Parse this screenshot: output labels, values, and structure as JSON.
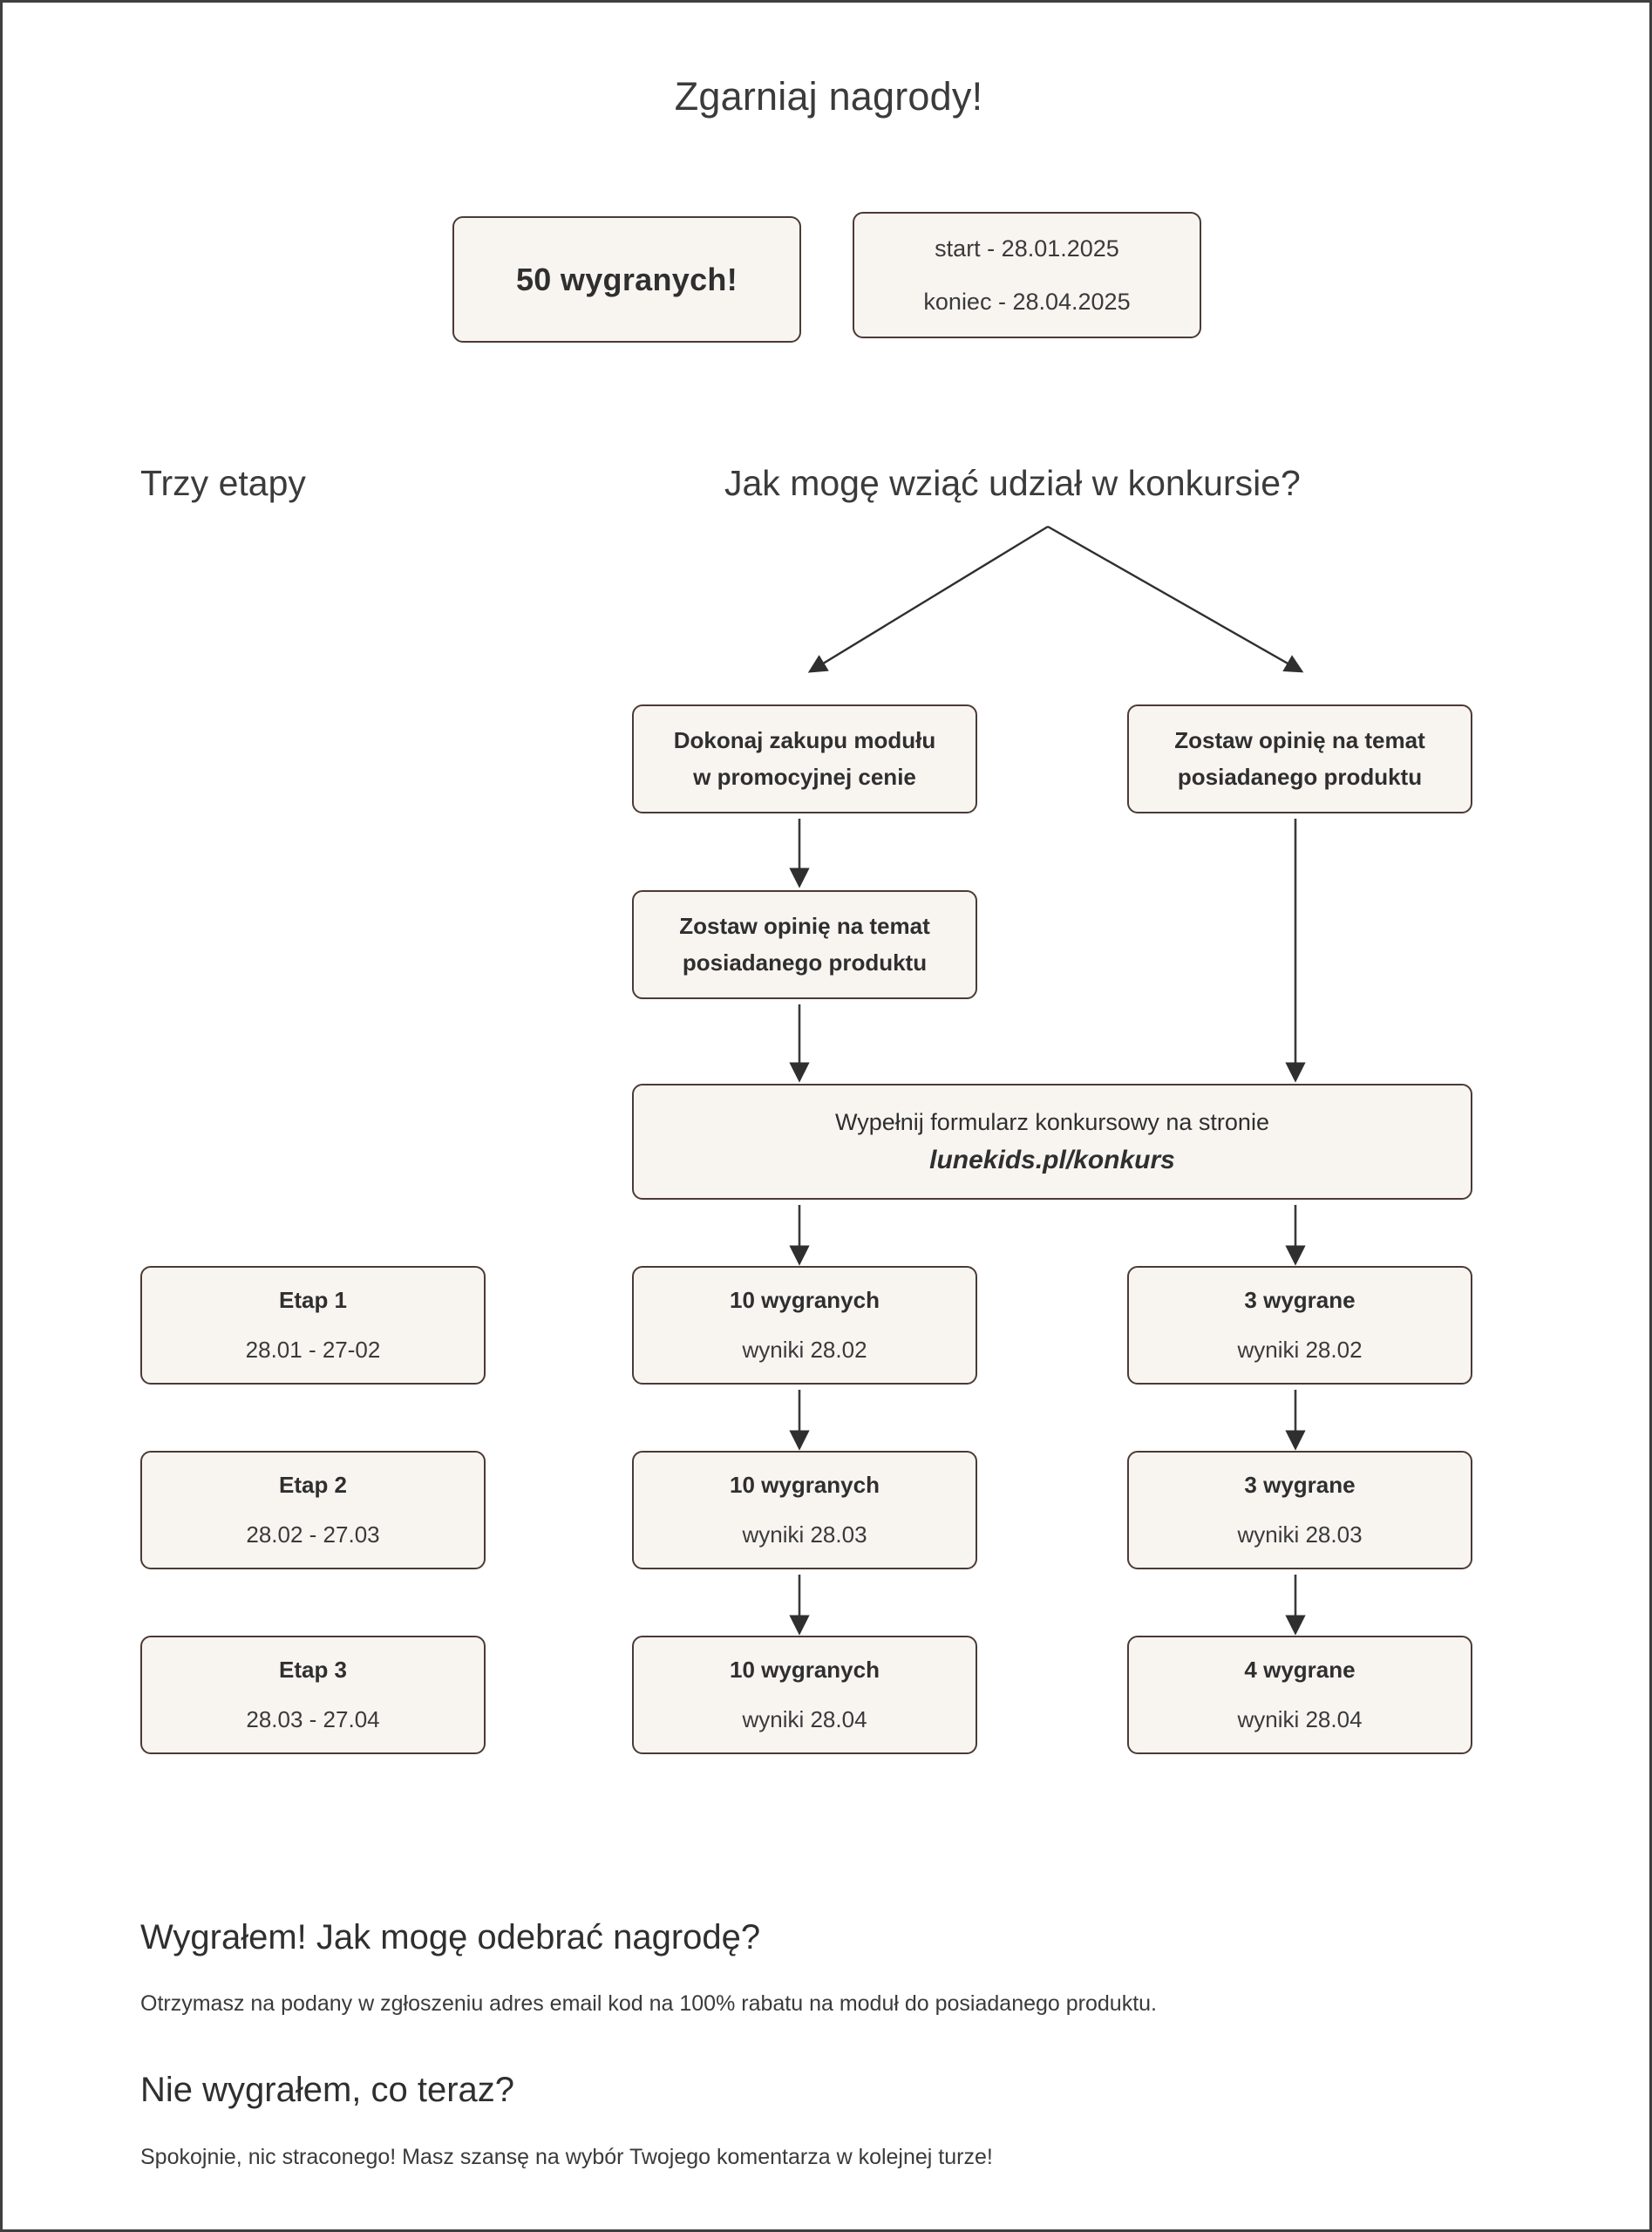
{
  "page": {
    "title": "Zgarniaj nagrody!",
    "accent_box_fill": "#f8f5f1",
    "accent_box_border": "#4c3a35",
    "text_color": "#2f2f2f",
    "connector_color": "#3a3a3a",
    "background": "#ffffff"
  },
  "summary": {
    "wins_badge": "50 wygranych!",
    "start_label": "start - 28.01.2025",
    "end_label": "koniec - 28.04.2025"
  },
  "headings": {
    "stages": "Trzy etapy",
    "participation": "Jak mogę wziąć udział w konkursie?"
  },
  "flow": {
    "purchase": {
      "line1": "Dokonaj zakupu modułu",
      "line2": "w promocyjnej cenie"
    },
    "review_left": {
      "line1": "Zostaw opinię na temat",
      "line2": "posiadanego produktu"
    },
    "review_right": {
      "line1": "Zostaw opinię na temat",
      "line2": "posiadanego produktu"
    },
    "form": {
      "line1": "Wypełnij formularz konkursowy na stronie",
      "line2": "lunekids.pl/konkurs"
    }
  },
  "stages": [
    {
      "name": "Etap 1",
      "range": "28.01 - 27-02"
    },
    {
      "name": "Etap 2",
      "range": "28.02 - 27.03"
    },
    {
      "name": "Etap 3",
      "range": "28.03 - 27.04"
    }
  ],
  "purchase_results": [
    {
      "count": "10 wygranych",
      "date": "wyniki 28.02"
    },
    {
      "count": "10 wygranych",
      "date": "wyniki  28.03"
    },
    {
      "count": "10 wygranych",
      "date": "wyniki  28.04"
    }
  ],
  "review_results": [
    {
      "count": "3 wygrane",
      "date": "wyniki  28.02"
    },
    {
      "count": "3 wygrane",
      "date": "wyniki  28.03"
    },
    {
      "count": "4 wygrane",
      "date": "wyniki  28.04"
    }
  ],
  "faq": [
    {
      "question": "Wygrałem! Jak mogę odebrać nagrodę?",
      "answer": "Otrzymasz na podany w zgłoszeniu adres email kod na 100% rabatu na moduł do posiadanego produktu."
    },
    {
      "question": "Nie wygrałem, co teraz?",
      "answer": "Spokojnie, nic straconego! Masz szansę na wybór Twojego komentarza w kolejnej turze!"
    }
  ]
}
